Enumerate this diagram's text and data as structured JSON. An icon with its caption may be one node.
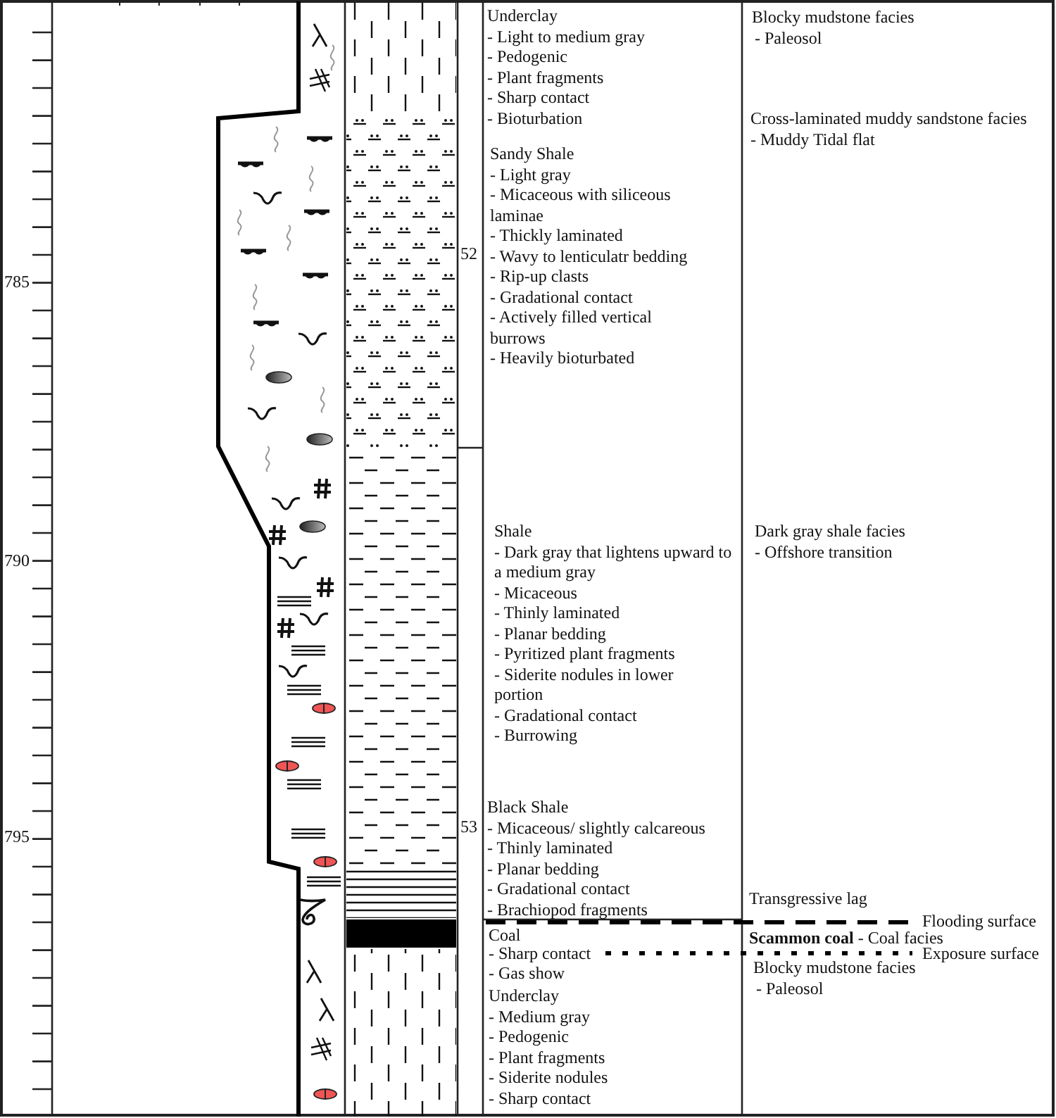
{
  "diagram": {
    "labels": [
      "785",
      "790",
      "795",
      "52",
      "53",
      "Underclay",
      "- Light to medium gray",
      "- Pedogenic",
      "- Plant fragments",
      "- Sharp contact",
      "- Bioturbation",
      "Sandy Shale",
      "- Light gray",
      "- Micaceous with siliceous laminae",
      "- Thickly laminated",
      "- Wavy to lenticulatr bedding",
      "- Rip-up clasts",
      "- Gradational contact",
      "- Actively filled vertical burrows",
      "- Heavily bioturbated",
      "Shale",
      "- Dark gray that lightens upward to a medium gray",
      "- Micaceous",
      "- Thinly laminated",
      "- Planar bedding",
      "- Pyritized plant fragments",
      "- Siderite nodules in lower portion",
      "- Gradational contact",
      "- Burrowing",
      "Black Shale",
      "- Micaceous/ slightly calcareous",
      "- Thinly laminated",
      "- Planar bedding",
      "- Gradational contact",
      "- Brachiopod fragments",
      "Coal",
      "- Sharp contact",
      "- Gas show",
      "Underclay",
      "- Medium gray",
      "- Pedogenic",
      "- Plant fragments",
      "- Siderite nodules",
      "- Sharp contact",
      "Blocky mudstone facies",
      "- Paleosol",
      "Cross-laminated muddy sandstone facies",
      "- Muddy Tidal flat",
      "Dark gray shale facies",
      "- Offshore transition",
      "Transgressive lag",
      "Flooding surface",
      "**Scammon coal** - Coal facies",
      "Exposure surface",
      "Blocky mudstone facies",
      "- Paleosol"
    ]
  }
}
